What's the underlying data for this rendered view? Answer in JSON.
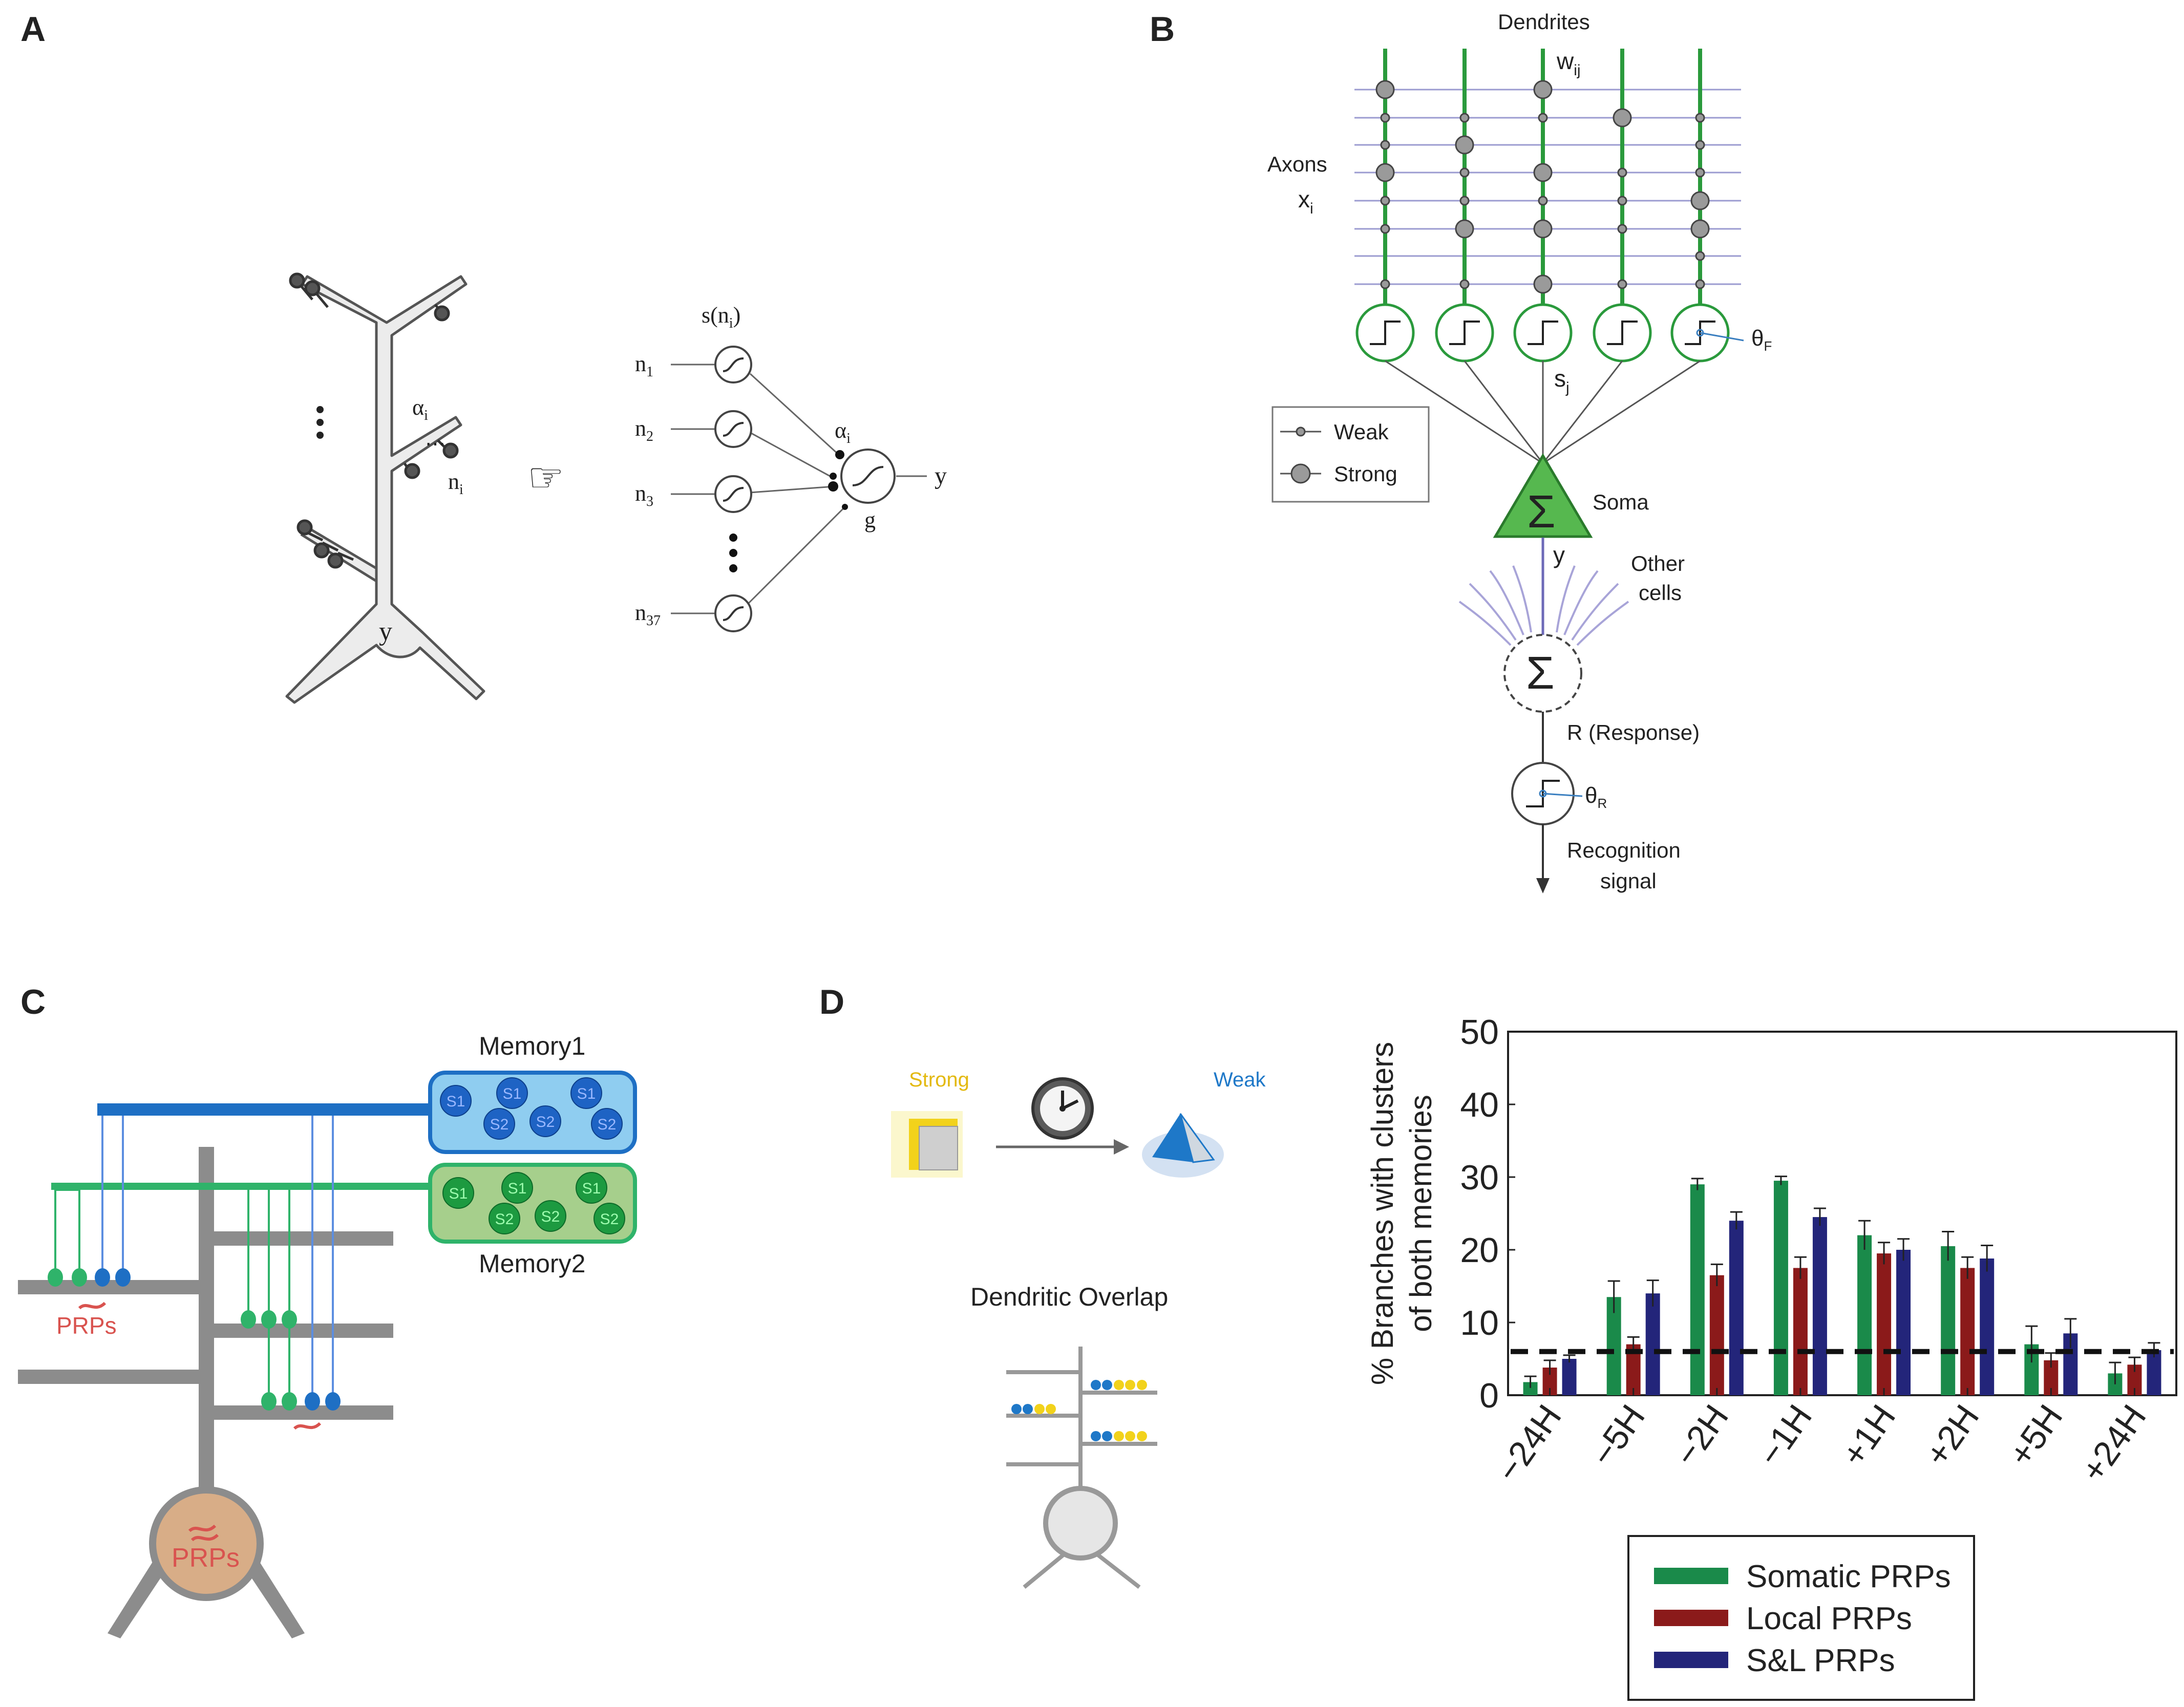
{
  "panel_a": {
    "letter": "A",
    "alpha_label": "α",
    "alpha_sub": "i",
    "n_label": "n",
    "n_sub": "i",
    "y_label": "y",
    "s_label": "s(n",
    "s_sub": "i",
    "s_close": ")",
    "inputs": [
      {
        "n": "n",
        "sub": "1"
      },
      {
        "n": "n",
        "sub": "2"
      },
      {
        "n": "n",
        "sub": "3"
      },
      {
        "n": "n",
        "sub": "37"
      }
    ],
    "output_alpha": "α",
    "output_alpha_sub": "i",
    "g_label": "g",
    "output_y": "y",
    "pointer_icon": "☞"
  },
  "panel_b": {
    "letter": "B",
    "dendrites": "Dendrites",
    "w_label": "w",
    "w_sub": "ij",
    "axons": "Axons",
    "x_label": "x",
    "x_sub": "i",
    "s_label": "s",
    "s_sub": "j",
    "theta_f": "θ",
    "theta_f_sub": "F",
    "legend_weak": "Weak",
    "legend_strong": "Strong",
    "soma_symbol": "Σ",
    "soma_label": "Soma",
    "y_label": "y",
    "other_cells_1": "Other",
    "other_cells_2": "cells",
    "sum_symbol": "Σ",
    "response": "R (Response)",
    "theta_r": "θ",
    "theta_r_sub": "R",
    "recognition_1": "Recognition",
    "recognition_2": "signal"
  },
  "panel_c": {
    "letter": "C",
    "memory1": "Memory1",
    "memory2": "Memory2",
    "prps_branch": "PRPs",
    "prps_soma": "PRPs",
    "memory1_cells": [
      "S1",
      "S1",
      "S1",
      "S2",
      "S2",
      "S2"
    ],
    "memory2_cells": [
      "S1",
      "S1",
      "S1",
      "S2",
      "S2",
      "S2"
    ],
    "colors": {
      "memory1": "#1e6fc4",
      "memory2": "#2fb36a",
      "prps": "#d9534f",
      "dendrite": "#8c8c8c"
    }
  },
  "panel_d": {
    "letter": "D",
    "strong": "Strong",
    "weak": "Weak",
    "dendritic_overlap": "Dendritic Overlap",
    "colors": {
      "strong": "#f2d21b",
      "weak": "#1e78c8"
    }
  },
  "chart_data": {
    "type": "bar",
    "ylabel_line1": "% Branches with clusters",
    "ylabel_line2": "of both memories",
    "categories": [
      "−24H",
      "−5H",
      "−2H",
      "−1H",
      "+1H",
      "+2H",
      "+5H",
      "+24H"
    ],
    "ylim": [
      0,
      50
    ],
    "yticks": [
      0,
      10,
      20,
      30,
      40,
      50
    ],
    "baseline": 6,
    "legend_position": "bottom",
    "series": [
      {
        "name": "Somatic PRPs",
        "color": "#1a8a4a",
        "values": [
          1.8,
          13.5,
          29,
          29.5,
          22,
          20.5,
          7,
          3
        ],
        "errors": [
          0.8,
          2.2,
          0.8,
          0.6,
          2,
          2,
          2.5,
          1.5
        ]
      },
      {
        "name": "Local PRPs",
        "color": "#8b1a1a",
        "values": [
          3.8,
          7,
          16.5,
          17.5,
          19.5,
          17.5,
          4.8,
          4.2
        ],
        "errors": [
          1,
          1,
          1.5,
          1.5,
          1.5,
          1.5,
          1,
          1
        ]
      },
      {
        "name": "S&L PRPs",
        "color": "#23257a",
        "values": [
          5,
          14,
          24,
          24.5,
          20,
          18.8,
          8.5,
          6.2
        ],
        "errors": [
          0.5,
          1.8,
          1.2,
          1.2,
          1.5,
          1.8,
          2,
          1
        ]
      }
    ]
  }
}
